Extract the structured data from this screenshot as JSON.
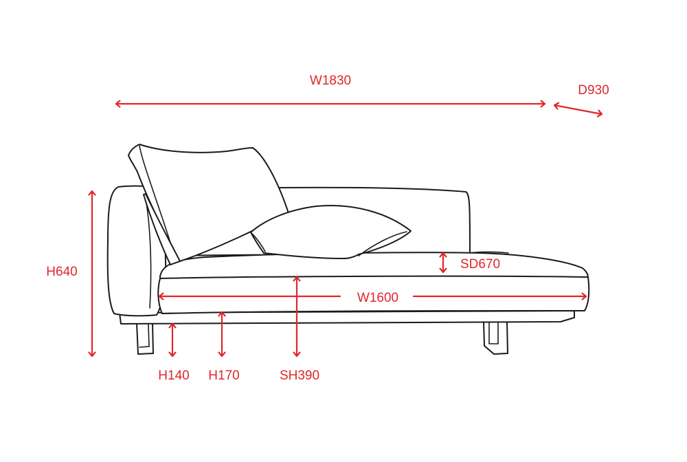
{
  "colors": {
    "dimension": "#e0262b",
    "outline": "#1a1a1a",
    "background": "#ffffff"
  },
  "dimensions": {
    "overall_width": "W1830",
    "depth": "D930",
    "total_height": "H640",
    "seat_depth": "SD670",
    "seat_width": "W1600",
    "leg_height": "H140",
    "base_height": "H170",
    "seat_height": "SH390"
  }
}
